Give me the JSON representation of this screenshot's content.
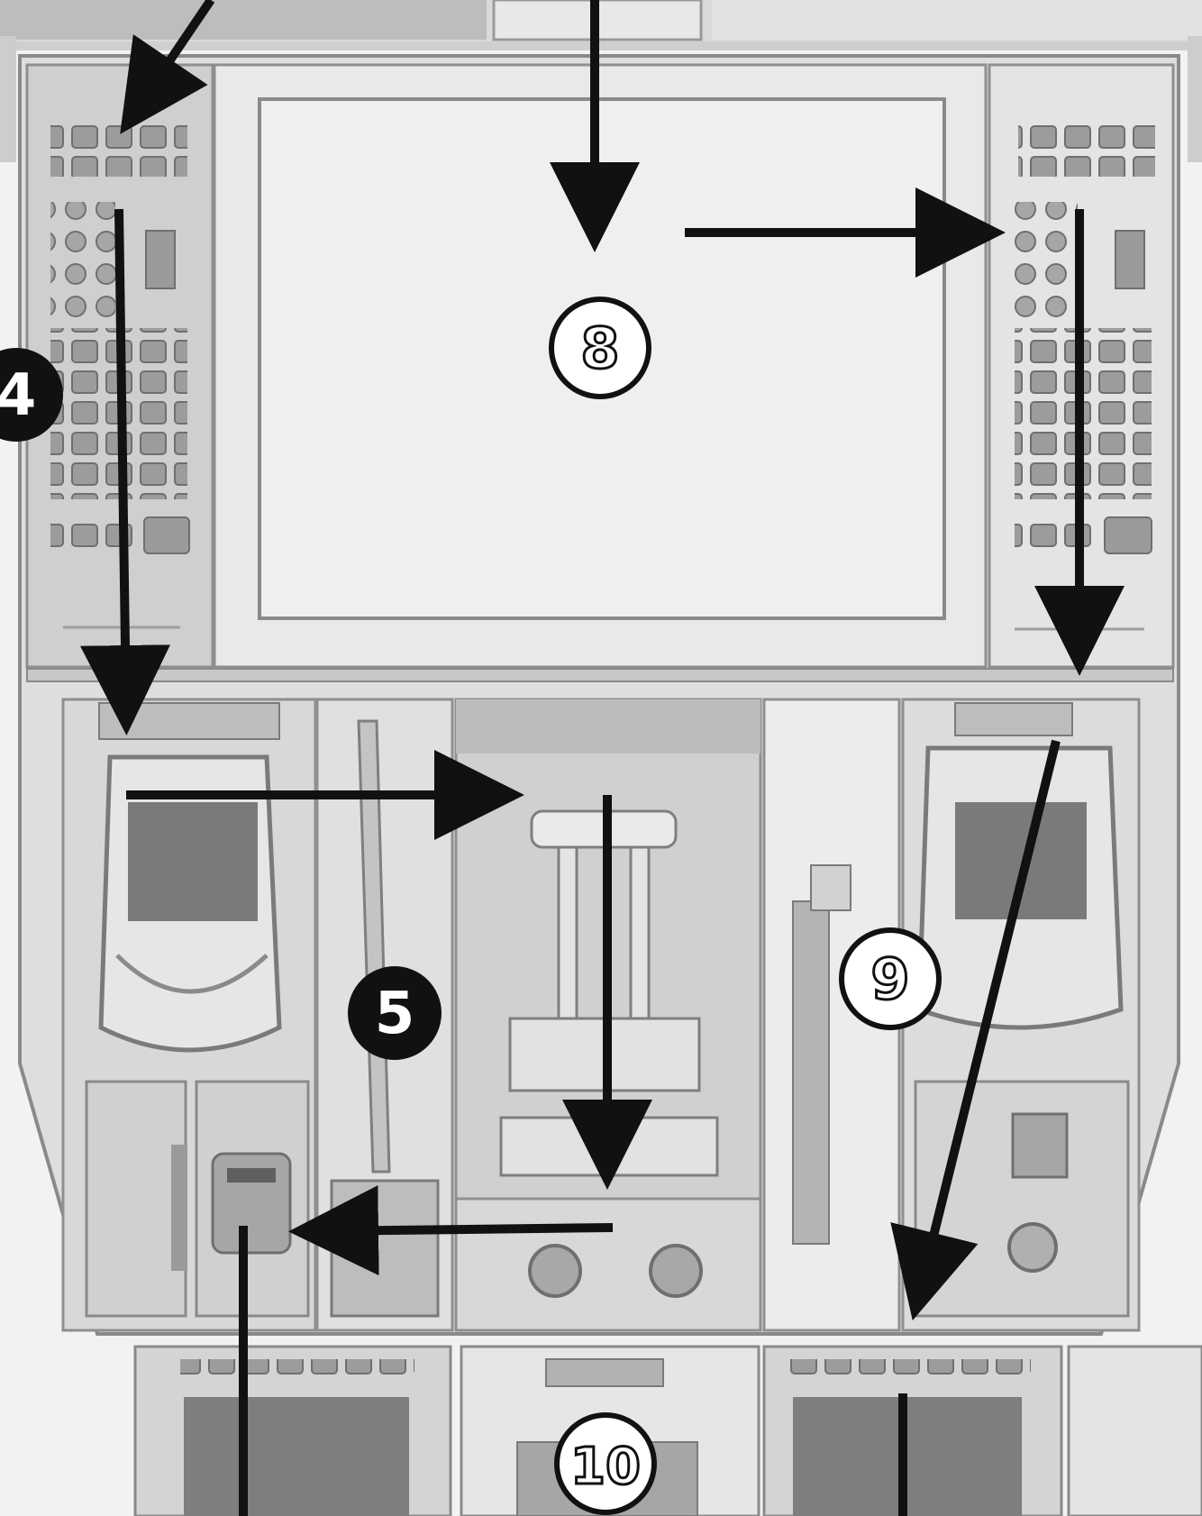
{
  "diagram": {
    "callouts": [
      {
        "id": "c4",
        "label": "4",
        "style": "filled"
      },
      {
        "id": "c5",
        "label": "5",
        "style": "filled"
      },
      {
        "id": "c8",
        "label": "8",
        "style": "outlined"
      },
      {
        "id": "c9",
        "label": "9",
        "style": "outlined"
      },
      {
        "id": "c10",
        "label": "10",
        "style": "outlined"
      }
    ],
    "colors": {
      "panel": "#d2d2d2",
      "panel_light": "#e6e6e6",
      "outline": "#8a8a8a",
      "screen": "#7a7a7a",
      "arrow": "#111111",
      "callout_filled": "#111111",
      "callout_outlined": "#ffffff"
    },
    "icons": [
      "arrow-icon"
    ]
  }
}
